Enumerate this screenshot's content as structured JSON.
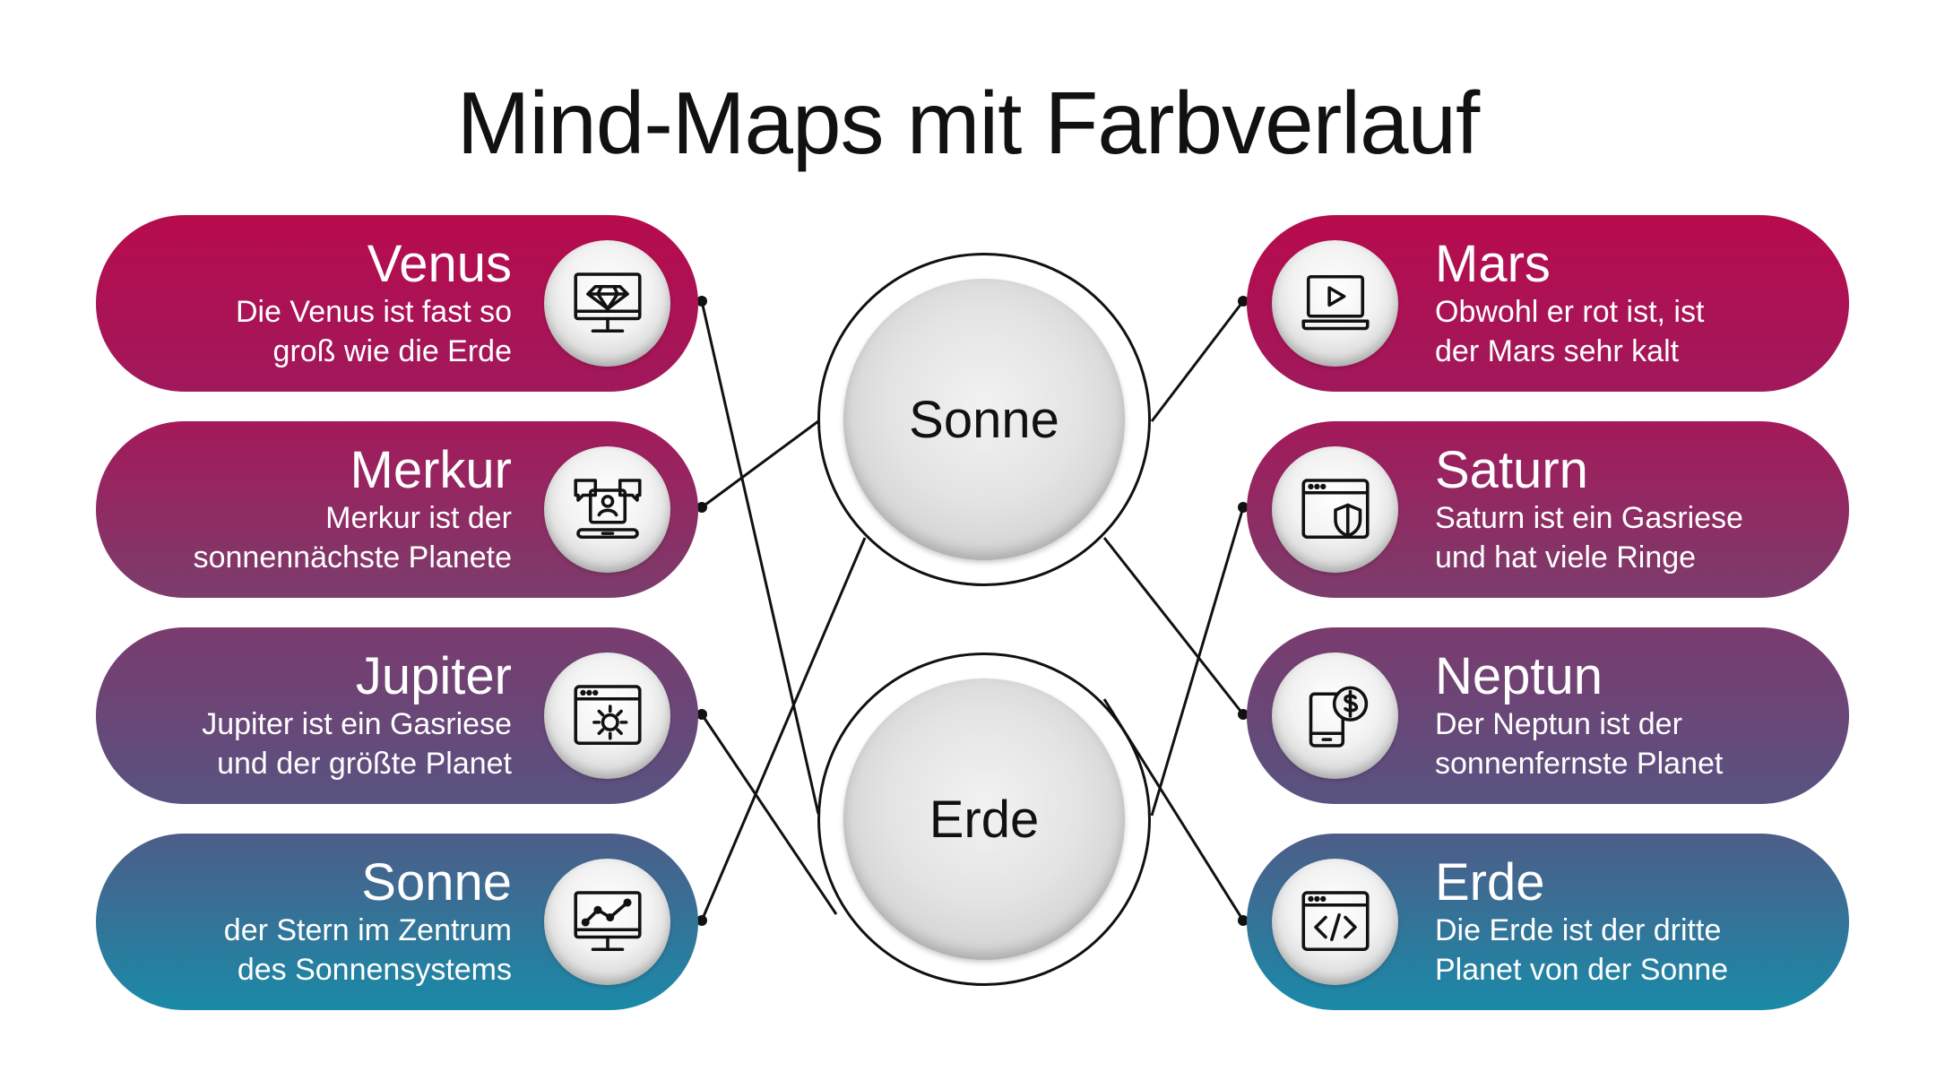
{
  "title": "Mind-Maps mit Farbverlauf",
  "colors": {
    "magenta": "#b80c4e",
    "purple": "#7e3b6c",
    "indigo": "#5a4e80",
    "teal": "#1a8aa8",
    "line": "#111111"
  },
  "hubs": [
    {
      "label": "Sonne"
    },
    {
      "label": "Erde"
    }
  ],
  "left_items": [
    {
      "title": "Venus",
      "desc": [
        "Die Venus ist fast so",
        "groß wie die Erde"
      ],
      "icon": "diamond-monitor-icon"
    },
    {
      "title": "Merkur",
      "desc": [
        "Merkur ist der",
        "sonnennächste Planete"
      ],
      "icon": "user-chat-laptop-icon"
    },
    {
      "title": "Jupiter",
      "desc": [
        "Jupiter ist ein Gasriese",
        "und der größte Planet"
      ],
      "icon": "browser-gear-icon"
    },
    {
      "title": "Sonne",
      "desc": [
        "der Stern im Zentrum",
        "des Sonnensystems"
      ],
      "icon": "chart-monitor-icon"
    }
  ],
  "right_items": [
    {
      "title": "Mars",
      "desc": [
        "Obwohl er rot ist, ist",
        "der Mars sehr kalt"
      ],
      "icon": "video-laptop-icon"
    },
    {
      "title": "Saturn",
      "desc": [
        "Saturn ist ein Gasriese",
        "und hat viele Ringe"
      ],
      "icon": "browser-shield-icon"
    },
    {
      "title": "Neptun",
      "desc": [
        "Der Neptun ist der",
        "sonnenfernste Planet"
      ],
      "icon": "phone-dollar-icon"
    },
    {
      "title": "Erde",
      "desc": [
        "Die Erde ist der dritte",
        "Planet von der Sonne"
      ],
      "icon": "browser-code-icon"
    }
  ]
}
